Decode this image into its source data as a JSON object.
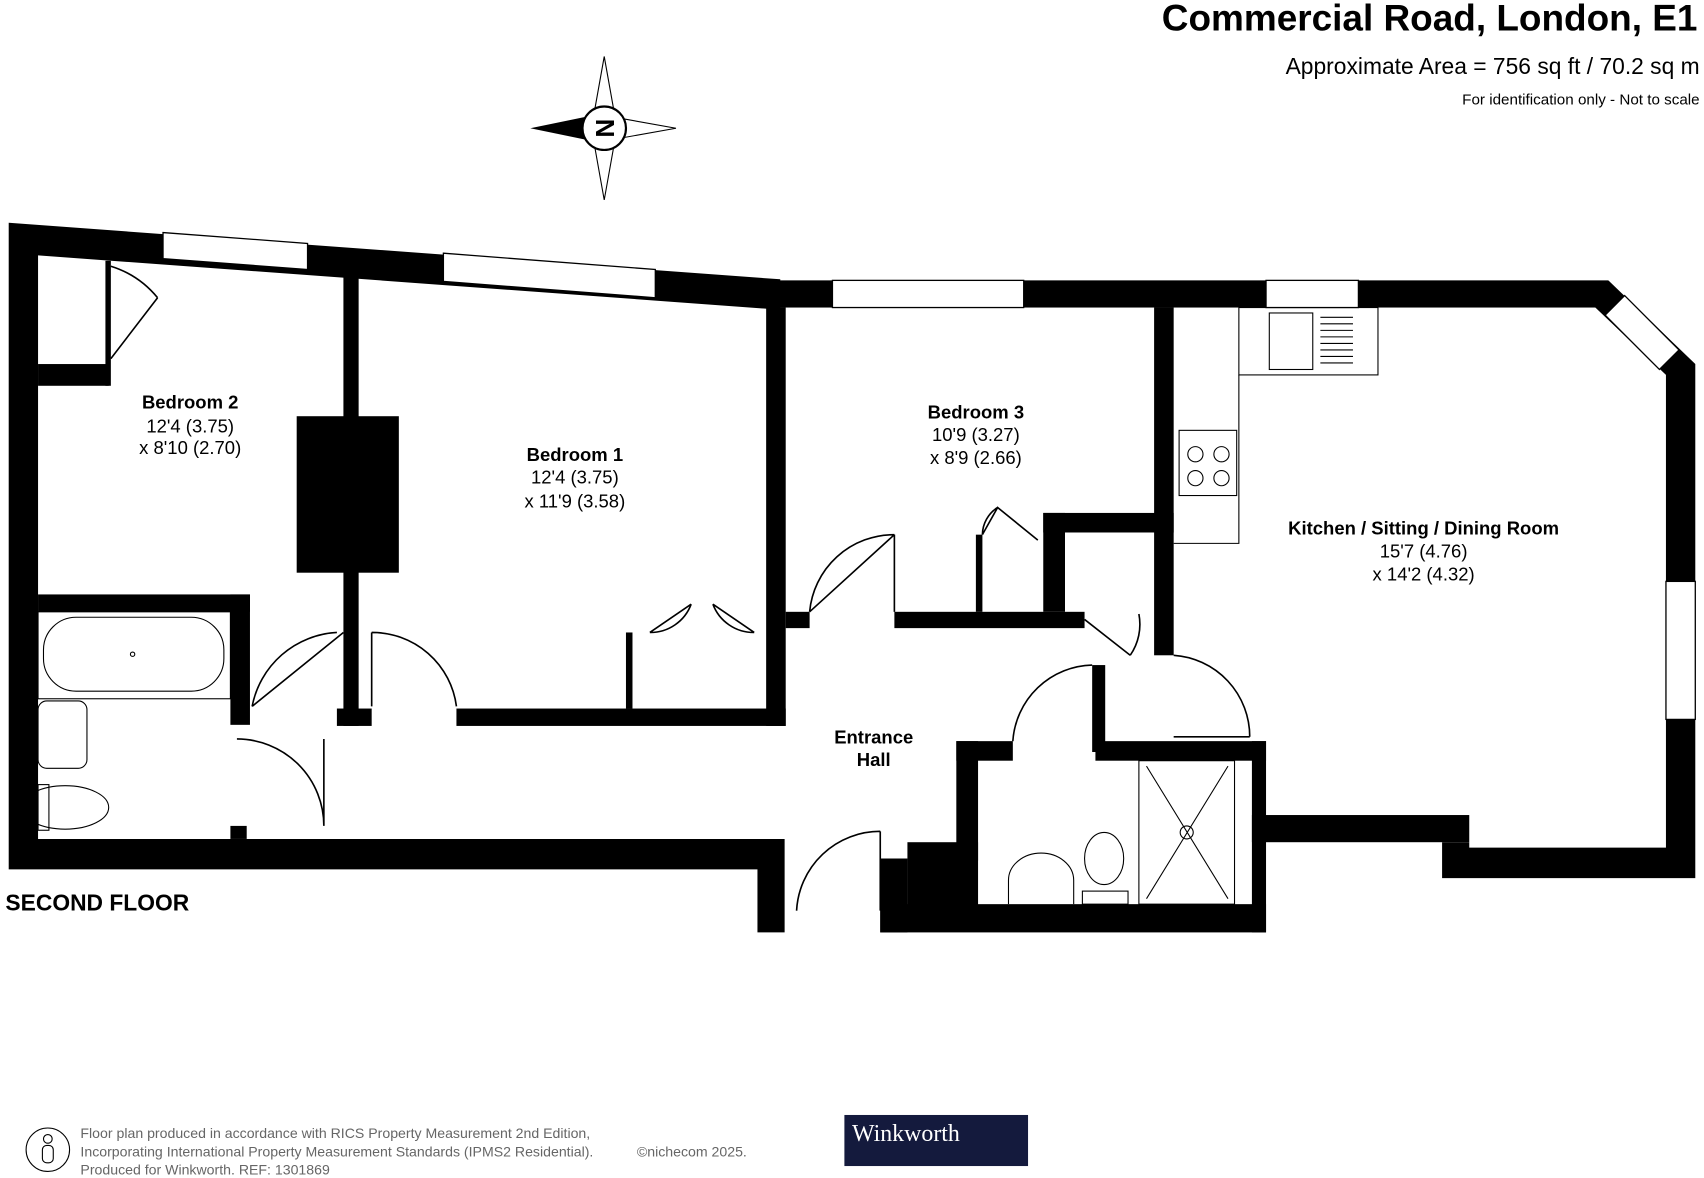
{
  "header": {
    "title": "Commercial Road, London, E1",
    "area": "Approximate Area = 756 sq ft / 70.2 sq m",
    "disclaimer": "For identification only - Not to scale"
  },
  "compass": {
    "label": "N",
    "icon": "compass-icon"
  },
  "floor_label": "SECOND FLOOR",
  "rooms": [
    {
      "name": "Bedroom 2",
      "dim1": "12'4 (3.75)",
      "dim2": "x 8'10 (2.70)"
    },
    {
      "name": "Bedroom 1",
      "dim1": "12'4 (3.75)",
      "dim2": "x 11'9 (3.58)"
    },
    {
      "name": "Bedroom 3",
      "dim1": "10'9 (3.27)",
      "dim2": "x 8'9 (2.66)"
    },
    {
      "name": "Kitchen / Sitting / Dining Room",
      "dim1": "15'7 (4.76)",
      "dim2": "x 14'2 (4.32)"
    },
    {
      "name": "Entrance",
      "dim1": "Hall"
    }
  ],
  "footer": {
    "line1": "Floor plan produced in accordance with RICS Property Measurement 2nd Edition,",
    "line2": "Incorporating International Property Measurement Standards (IPMS2 Residential).",
    "copyright": "©nichecom 2025.",
    "line3": "Produced for Winkworth.   REF: 1301869",
    "brand": "Winkworth",
    "brand_color": "#141a3d"
  }
}
